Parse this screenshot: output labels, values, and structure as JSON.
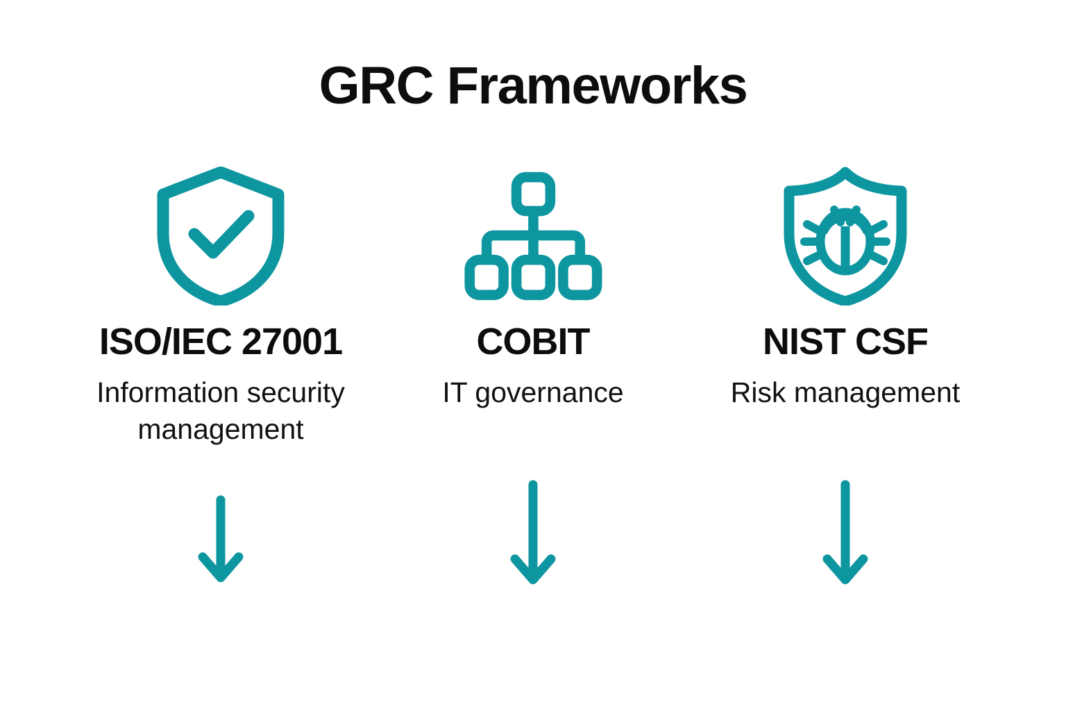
{
  "page": {
    "title": "GRC Frameworks",
    "background_color": "#ffffff",
    "accent_color": "#0e96a0",
    "text_color": "#0d0d0d"
  },
  "frameworks": [
    {
      "name": "ISO/IEC 27001",
      "description": "Information security management",
      "icon": "shield-check-icon",
      "arrow": "down-arrow-icon"
    },
    {
      "name": "COBIT",
      "description": "IT governance",
      "icon": "hierarchy-org-chart-icon",
      "arrow": "down-arrow-icon"
    },
    {
      "name": "NIST CSF",
      "description": "Risk management",
      "icon": "shield-bug-icon",
      "arrow": "down-arrow-icon"
    }
  ]
}
